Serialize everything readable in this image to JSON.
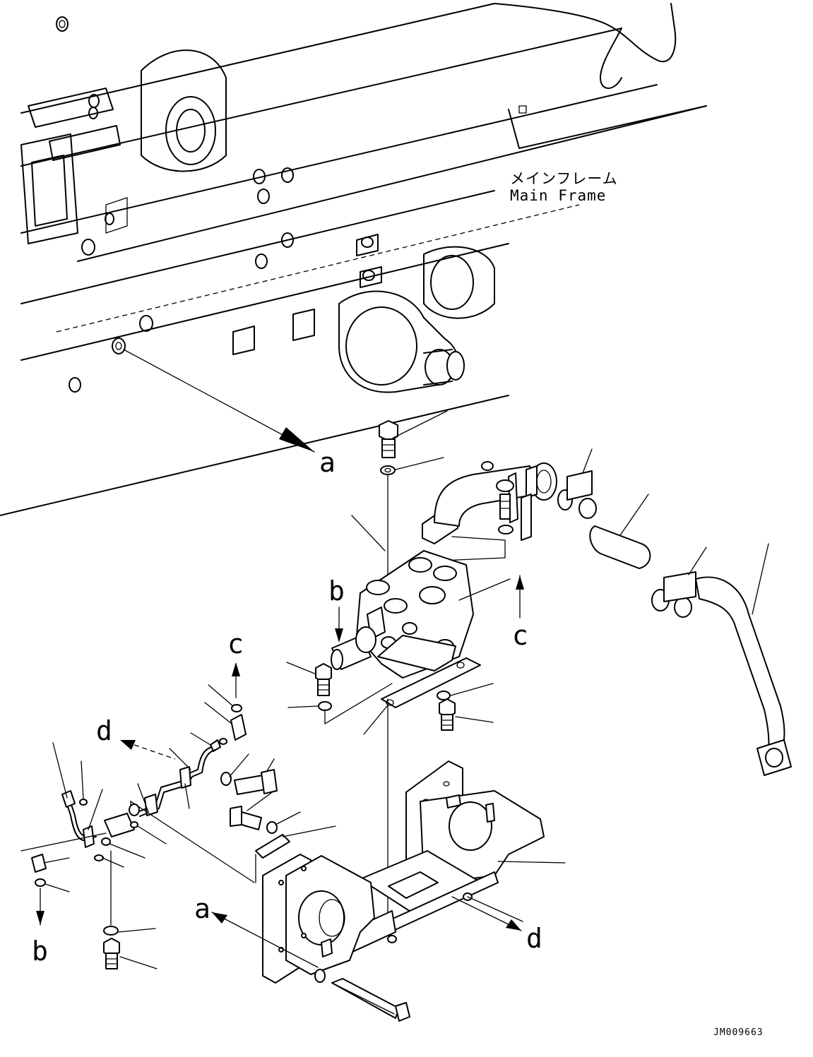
{
  "labels": {
    "main_frame_jp": "メインフレーム",
    "main_frame_en": "Main Frame",
    "drawing_id": "JM009663"
  },
  "view_markers": {
    "a": "a",
    "b": "b",
    "c": "c",
    "d": "d"
  }
}
